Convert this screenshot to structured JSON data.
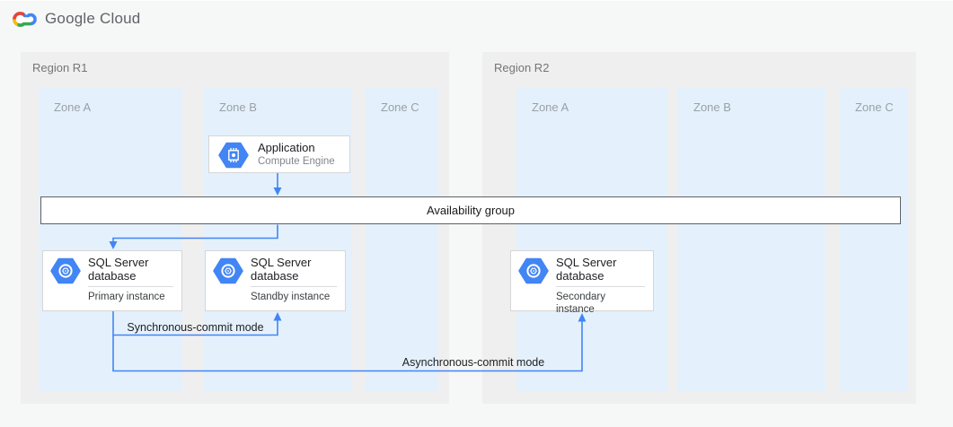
{
  "header": {
    "brand_primary": "Google",
    "brand_secondary": "Cloud"
  },
  "regions": [
    {
      "label": "Region R1",
      "zones": [
        {
          "label": "Zone A"
        },
        {
          "label": "Zone B"
        },
        {
          "label": "Zone C"
        }
      ]
    },
    {
      "label": "Region R2",
      "zones": [
        {
          "label": "Zone A"
        },
        {
          "label": "Zone B"
        },
        {
          "label": "Zone C"
        }
      ]
    }
  ],
  "nodes": {
    "application": {
      "title": "Application",
      "subtitle": "Compute Engine"
    },
    "availability_group": {
      "label": "Availability group"
    },
    "primary_db": {
      "title": "SQL Server database",
      "subtitle": "Primary instance"
    },
    "standby_db": {
      "title": "SQL Server database",
      "subtitle": "Standby instance"
    },
    "secondary_db": {
      "title": "SQL Server database",
      "subtitle": "Secondary instance"
    }
  },
  "edges": {
    "sync_label": "Synchronous-commit mode",
    "async_label": "Asynchronous-commit mode"
  },
  "icons": {
    "brand": "google-cloud-logo",
    "application": "compute-engine-hexagon-icon",
    "database": "sql-database-hexagon-icon"
  },
  "colors": {
    "arrow": "#4285F4",
    "icon_hexagon": "#4285F4",
    "zone_bg": "#e4f1fc",
    "region_bg": "#efefef",
    "logo_blue": "#4285F4",
    "logo_red": "#EA4335",
    "logo_yellow": "#FBBC05",
    "logo_green": "#34A853"
  }
}
